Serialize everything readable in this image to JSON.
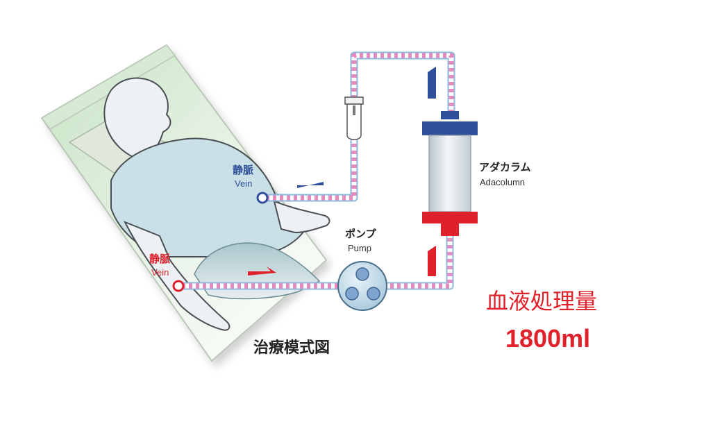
{
  "labels": {
    "vein_upper_jp": "静脈",
    "vein_upper_en": "Vein",
    "vein_lower_jp": "静脈",
    "vein_lower_en": "Vein",
    "pump_jp": "ポンプ",
    "pump_en": "Pump",
    "column_jp": "アダカラム",
    "column_en": "Adacolumn",
    "caption": "治療模式図",
    "volume_label": "血液処理量",
    "volume_value": "1800ml"
  },
  "colors": {
    "return_flow": "#2f4f9a",
    "draw_flow": "#e0202a",
    "tube_dot_pink": "#e68ac0",
    "tube_dot_white": "#ffffff",
    "tube_outline": "#8fb8d8",
    "bed_green": "#cfe7c9",
    "patient": "#e9edf0",
    "gown": "#c9e0e6",
    "volume_text": "#e0202a"
  }
}
